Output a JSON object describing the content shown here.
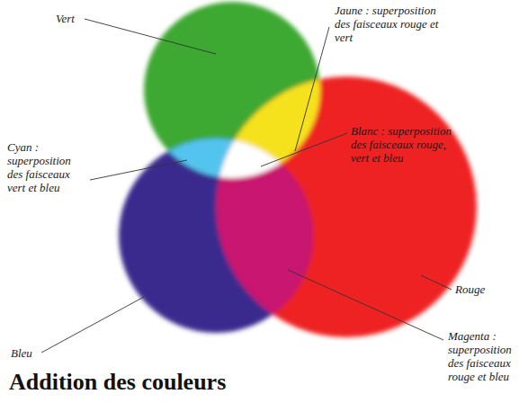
{
  "diagram": {
    "title": "Addition des couleurs",
    "labels": [
      "Vert",
      "Jaune : superposition des faisceaux rouge et vert",
      "Cyan : superposition des faisceaux vert et bleu",
      "Blanc : superposition des faisceaux rouge, vert et bleu",
      "Rouge",
      "Bleu",
      "Magenta : superposition des faisceaux rouge et bleu"
    ]
  }
}
